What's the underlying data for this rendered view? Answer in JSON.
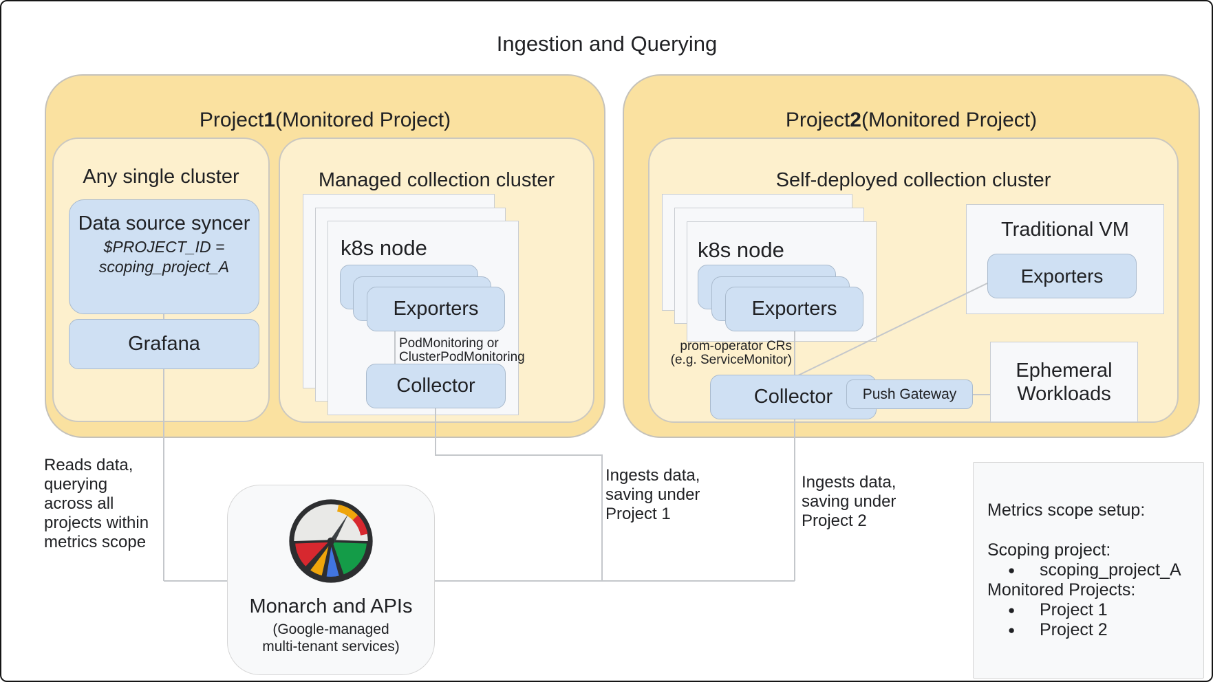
{
  "title": "Ingestion and Querying",
  "project1": {
    "title_prefix": "Project ",
    "title_number": "1",
    "title_suffix": " (Monitored Project)",
    "any_single_cluster": {
      "label": "Any single cluster",
      "data_source_syncer_title": "Data source syncer",
      "data_source_syncer_var": "$PROJECT_ID =\nscoping_project_A",
      "grafana_label": "Grafana"
    },
    "managed_cluster": {
      "label": "Managed collection cluster",
      "node_label": "k8s node",
      "exporters_label": "Exporters",
      "monitoring_note": "PodMonitoring or\nClusterPodMonitoring",
      "collector_label": "Collector"
    }
  },
  "project2": {
    "title_prefix": "Project ",
    "title_number": "2",
    "title_suffix": " (Monitored Project)",
    "self_deployed": {
      "label": "Self-deployed collection cluster",
      "node_label": "k8s node",
      "exporters_label": "Exporters",
      "operator_note": "prom-operator CRs\n(e.g. ServiceMonitor)",
      "collector_label": "Collector",
      "push_gateway_label": "Push Gateway"
    },
    "traditional_vm": {
      "label": "Traditional VM",
      "exporters_label": "Exporters"
    },
    "ephemeral_label": "Ephemeral\nWorkloads"
  },
  "monarch": {
    "title": "Monarch and APIs",
    "subtitle": "(Google-managed\nmulti-tenant services)"
  },
  "annotations": {
    "reads": "Reads data,\nquerying\nacross all\nprojects within\nmetrics scope",
    "ingest_project1": "Ingests data,\nsaving under\nProject 1",
    "ingest_project2": "Ingests data,\nsaving under\nProject 2"
  },
  "metrics_scope": {
    "title": "Metrics scope setup:",
    "scoping_label": "Scoping project:",
    "scoping_item": "scoping_project_A",
    "monitored_label": "Monitored Projects:",
    "monitored_item1": "Project 1",
    "monitored_item2": "Project 2"
  },
  "colors": {
    "project_fill": "#fae1a0",
    "cluster_fill": "#fdf0cd",
    "component_fill": "#cfe0f3",
    "card_fill": "#f7f8fa",
    "connector": "#c4c7cb",
    "gauge_red": "#d7282f",
    "gauge_yellow": "#efa50b",
    "gauge_blue": "#4175e0",
    "gauge_green": "#149c48",
    "gauge_ring": "#2d2e30"
  }
}
